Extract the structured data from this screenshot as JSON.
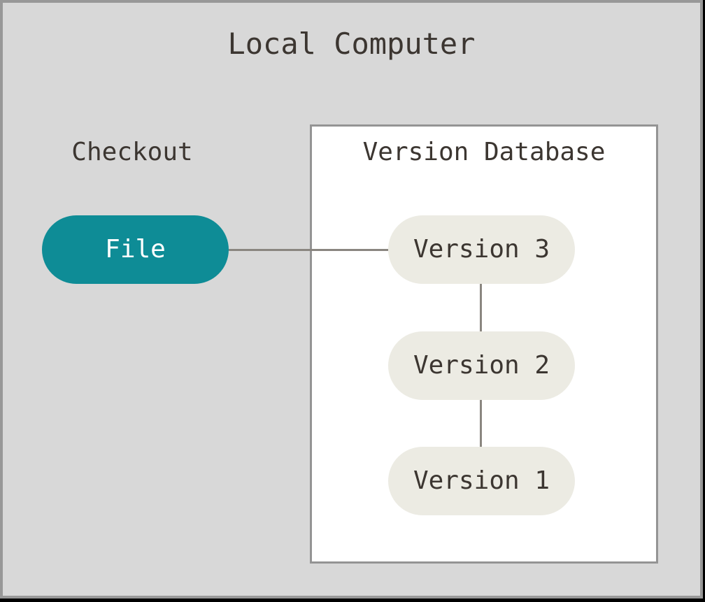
{
  "title": "Local Computer",
  "checkout": {
    "label": "Checkout",
    "file_label": "File"
  },
  "version_database": {
    "title": "Version Database",
    "versions": [
      {
        "label": "Version 3"
      },
      {
        "label": "Version 2"
      },
      {
        "label": "Version 1"
      }
    ]
  },
  "colors": {
    "canvas_bg": "#d8d8d8",
    "outer_border": "#989898",
    "shadow": "#000000",
    "box_bg": "#ffffff",
    "box_border": "#949494",
    "pill_bg": "#ecebe3",
    "file_pill_bg": "#0e8c96",
    "file_pill_text": "#ffffff",
    "text": "#3c3631",
    "line": "#8a8680"
  }
}
